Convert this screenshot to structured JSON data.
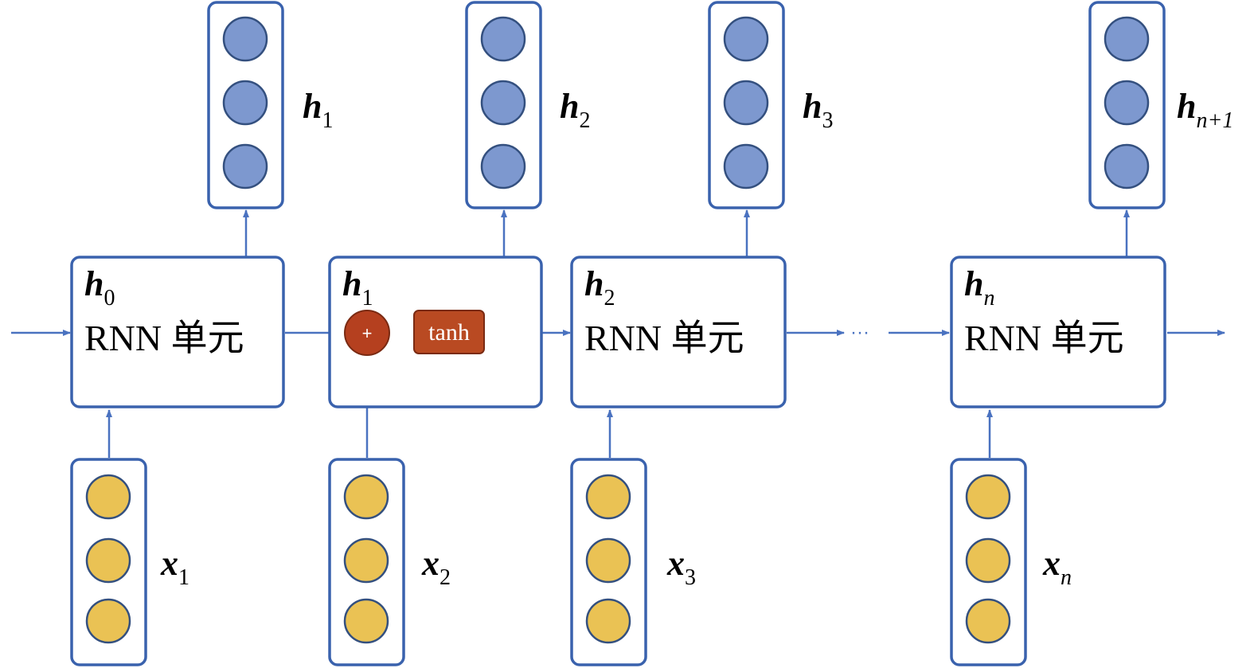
{
  "cells": [
    {
      "state": {
        "sym": "h",
        "sub": "0",
        "sub_italic": false
      },
      "label": "RNN 单元",
      "output": {
        "sym": "h",
        "sub": "1",
        "sub_italic": false
      },
      "input": {
        "sym": "x",
        "sub": "1",
        "sub_italic": false
      }
    },
    {
      "state": {
        "sym": "h",
        "sub": "1",
        "sub_italic": false
      },
      "label": "",
      "output": {
        "sym": "h",
        "sub": "2",
        "sub_italic": false
      },
      "input": {
        "sym": "x",
        "sub": "2",
        "sub_italic": false
      },
      "internals": {
        "add": "+",
        "activation": "tanh"
      }
    },
    {
      "state": {
        "sym": "h",
        "sub": "2",
        "sub_italic": false
      },
      "label": "RNN 单元",
      "output": {
        "sym": "h",
        "sub": "3",
        "sub_italic": false
      },
      "input": {
        "sym": "x",
        "sub": "3",
        "sub_italic": false
      }
    },
    {
      "state": {
        "sym": "h",
        "sub": "n",
        "sub_italic": true
      },
      "label": "RNN 单元",
      "output": {
        "sym": "h",
        "sub": "n+1",
        "sub_italic": true
      },
      "input": {
        "sym": "x",
        "sub": "n",
        "sub_italic": true
      }
    }
  ],
  "ellipsis": "···",
  "colors": {
    "stroke": "#3a62ad",
    "hidden_node": "#7d98cf",
    "input_node": "#eac254",
    "add_node": "#b5401f",
    "tanh_box": "#b94a22"
  }
}
